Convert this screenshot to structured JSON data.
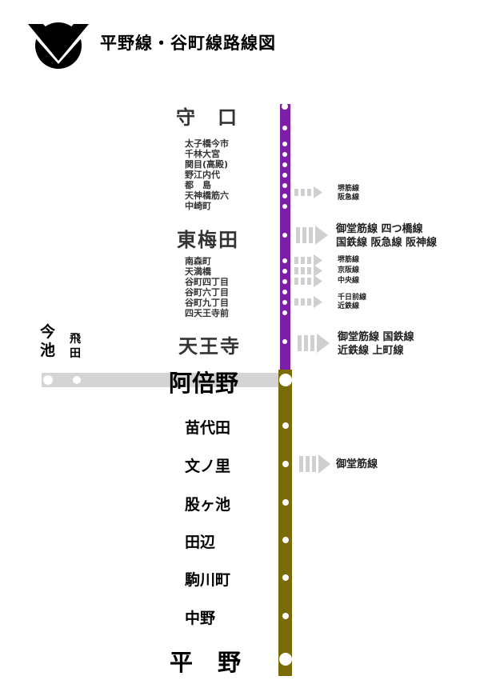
{
  "title": "平野線・谷町線路線図",
  "colors": {
    "tanimachi_line": "#7d1ea8",
    "hirano_line": "#7b6a08",
    "connector": "#d4d4d4",
    "arrow": "#cfcfcf"
  },
  "stations": {
    "moriguchi": "守　口",
    "small_upper": [
      "太子橋今市",
      "千林大宮",
      "関目(高殿)",
      "野江内代",
      "都　島",
      "天神橋筋六",
      "中崎町"
    ],
    "higashi_umeda": "東梅田",
    "small_lower": [
      "南森町",
      "天満橋",
      "谷町四丁目",
      "谷町六丁目",
      "谷町九丁目",
      "四天王寺前"
    ],
    "tennoji": "天王寺",
    "abeno": "阿倍野",
    "hirano_line": [
      "苗代田",
      "文ノ里",
      "股ヶ池",
      "田辺",
      "駒川町",
      "中野"
    ],
    "hirano": "平　野"
  },
  "side_stations": {
    "imaike": [
      "今",
      "池"
    ],
    "tobita": [
      "飛",
      "田"
    ]
  },
  "transfers": {
    "toshima": [
      "堺筋線",
      "阪急線"
    ],
    "higashi_umeda": [
      "御堂筋線  四つ橋線",
      "国鉄線  阪急線  阪神線"
    ],
    "minamimorimachi": "堺筋線",
    "tenmabashi": "京阪線",
    "tani4": "中央線",
    "tani9": [
      "千日前線",
      "近鉄線"
    ],
    "tennoji": [
      "御堂筋線  国鉄線",
      "近鉄線  上町線"
    ],
    "fuminosato": "御堂筋線"
  }
}
